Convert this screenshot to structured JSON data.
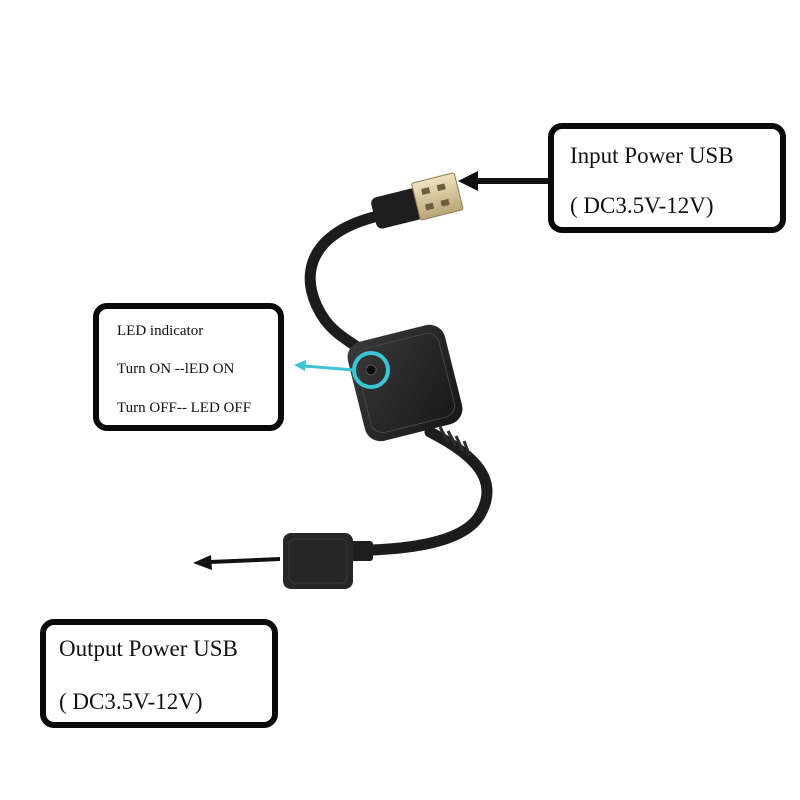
{
  "callouts": {
    "input": {
      "title": "Input Power USB",
      "voltage": "( DC3.5V-12V)"
    },
    "led": {
      "title": "LED indicator",
      "on_state": "Turn ON --lED ON",
      "off_state": "Turn OFF-- LED OFF"
    },
    "output": {
      "title": "Output Power USB",
      "voltage": "( DC3.5V-12V)"
    }
  },
  "colors": {
    "cable": "#1c1c1c",
    "plug_metal": "#d8c9a0",
    "led_ring": "#3bc4d4",
    "arrow": "#111111",
    "box_border": "#0a0a0a"
  }
}
